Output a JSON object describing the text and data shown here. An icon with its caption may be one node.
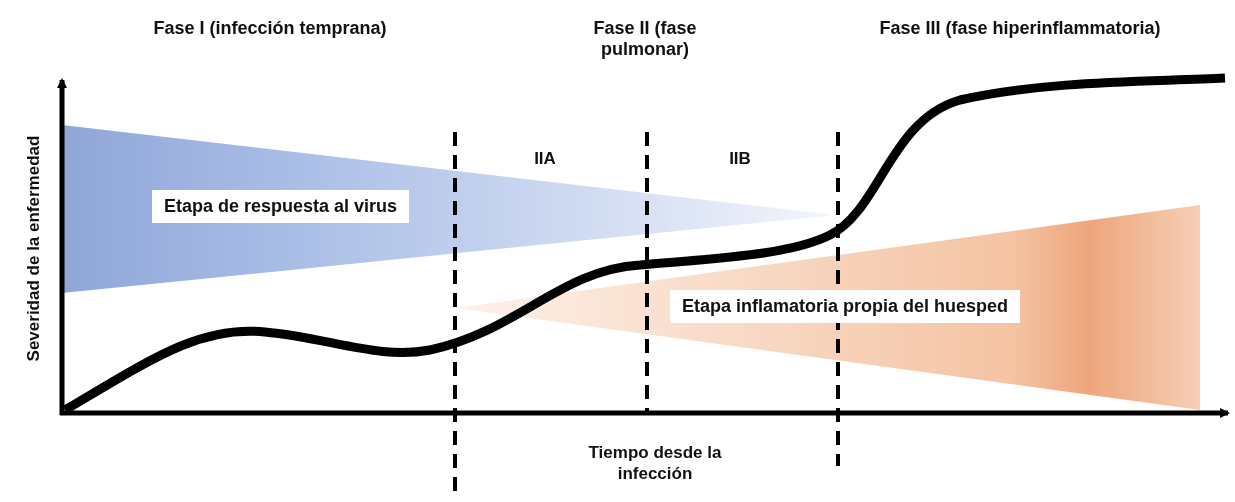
{
  "diagram": {
    "nodes": [
      {
        "text": [
          "Etapa de respuesta al virus"
        ]
      },
      {
        "text": [
          "Etapa inflamatoria propia del huesped"
        ]
      }
    ],
    "labels": [
      "Fase I (infección temprana)",
      "Fase II (fase pulmonar)",
      "Fase III (fase hiperinflammatoria)",
      "IIA",
      "IIB",
      "Severidad de la enfermedad",
      "Tiempo desde la infección"
    ]
  }
}
